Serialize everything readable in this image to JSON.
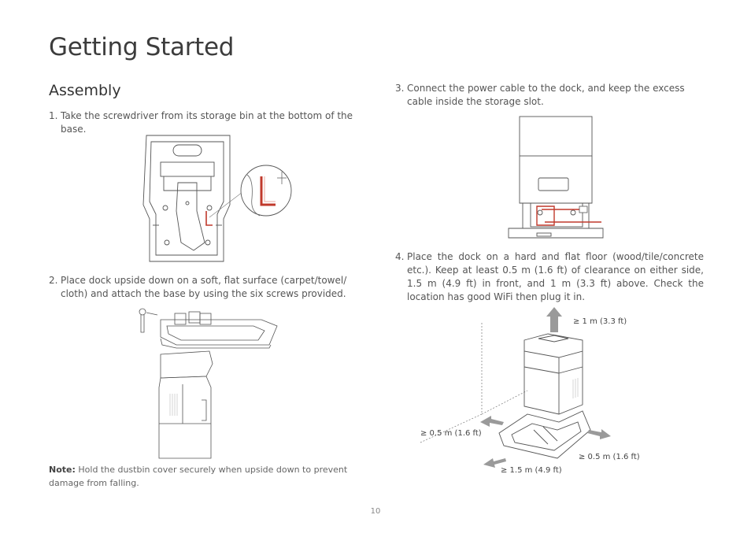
{
  "page": {
    "title": "Getting Started",
    "section": "Assembly",
    "page_number": "10"
  },
  "steps": [
    {
      "num": "1.",
      "text": "Take the screwdriver from its storage bin at the bottom of the base."
    },
    {
      "num": "2.",
      "text": "Place dock upside down on a soft, flat surface (carpet/towel/ cloth) and attach the base by using the six screws provided."
    },
    {
      "num": "3.",
      "text": "Connect the power cable to the dock, and keep the excess cable inside the storage slot."
    },
    {
      "num": "4.",
      "text": "Place the dock on a hard and flat floor (wood/tile/concrete etc.). Keep at least 0.5 m (1.6 ft) of clearance on either side, 1.5 m (4.9 ft) in front, and 1 m (3.3 ft) above. Check the location has good WiFi then plug it in."
    }
  ],
  "note": {
    "label": "Note:",
    "text": "Hold the dustbin cover securely when upside down to prevent damage from falling."
  },
  "clearance": {
    "above": "≥ 1 m (3.3 ft)",
    "left": "≥ 0.5 m (1.6 ft)",
    "right": "≥ 0.5 m (1.6 ft)",
    "front": "≥ 1.5 m (4.9 ft)"
  },
  "colors": {
    "line": "#555555",
    "accent_red": "#c0392b",
    "arrow_gray": "#9a9a9a"
  }
}
